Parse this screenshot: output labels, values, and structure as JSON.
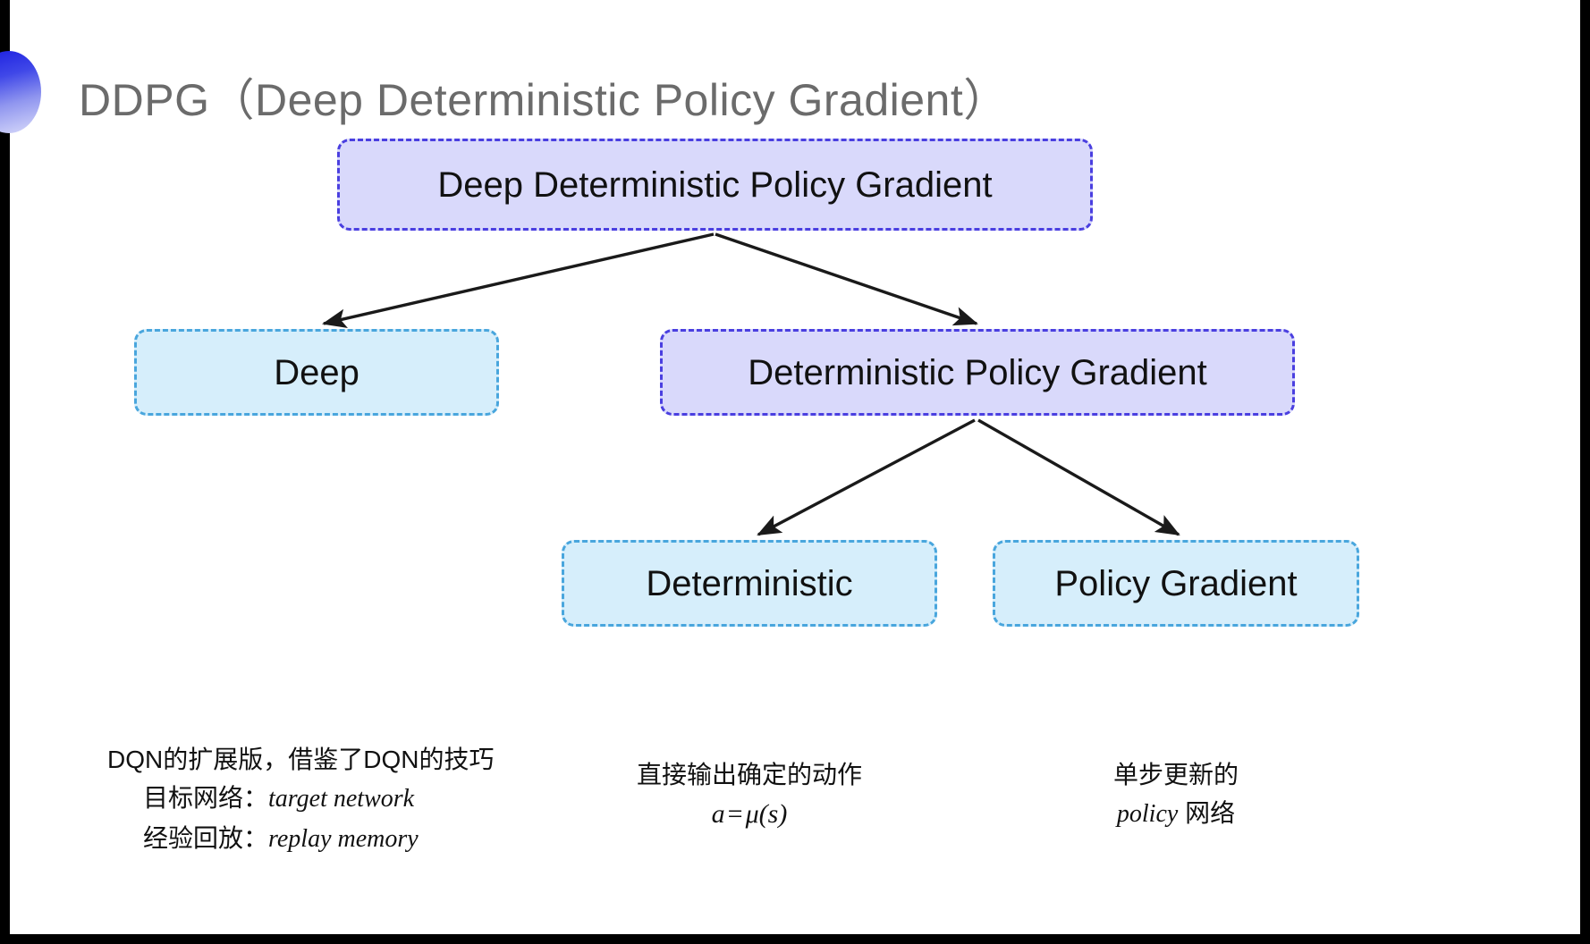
{
  "slide": {
    "title": "DDPG（Deep Deterministic Policy Gradient）",
    "title_color": "#6b6b6b",
    "background": "#ffffff"
  },
  "colors": {
    "purple_fill": "#d9d9fb",
    "purple_border": "#4a3fe0",
    "blue_fill": "#d6eefb",
    "blue_border": "#49a6dd",
    "arrow": "#1a1a1a",
    "frame": "#000000"
  },
  "diagram": {
    "type": "tree",
    "nodes": [
      {
        "id": "root",
        "label": "Deep Deterministic Policy Gradient",
        "style": "purple"
      },
      {
        "id": "deep",
        "label": "Deep",
        "style": "blue"
      },
      {
        "id": "dpg",
        "label": "Deterministic Policy Gradient",
        "style": "purple"
      },
      {
        "id": "det",
        "label": "Deterministic",
        "style": "blue"
      },
      {
        "id": "pg",
        "label": "Policy Gradient",
        "style": "blue"
      }
    ],
    "edges": [
      {
        "from": "root",
        "to": "deep"
      },
      {
        "from": "root",
        "to": "dpg"
      },
      {
        "from": "dpg",
        "to": "det"
      },
      {
        "from": "dpg",
        "to": "pg"
      }
    ]
  },
  "captions": {
    "deep": {
      "line1": "DQN的扩展版，借鉴了DQN的技巧",
      "line2_label": "目标网络：",
      "line2_term": "target network",
      "line3_label": "经验回放：",
      "line3_term": "replay memory"
    },
    "deterministic": {
      "line1": "直接输出确定的动作",
      "formula_lhs": "a",
      "formula_op": "=",
      "formula_rhs": "μ(s)"
    },
    "policy_gradient": {
      "line1": "单步更新的",
      "line2_term": "policy",
      "line2_suffix": " 网络"
    }
  }
}
